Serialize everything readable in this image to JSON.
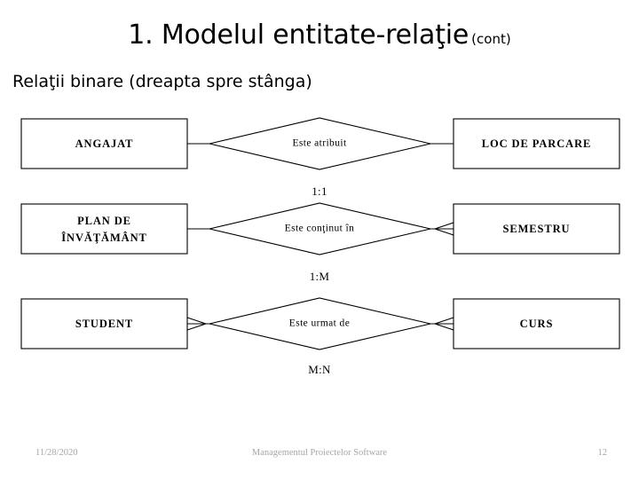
{
  "slide": {
    "title_main": "1. Modelul entitate-relaţie",
    "title_suffix": "(cont)",
    "subtitle": "Relaţii binare (dreapta spre stânga)",
    "background_color": "#ffffff",
    "line_color": "#000000"
  },
  "diagram": {
    "type": "entity-relationship",
    "relationships": [
      {
        "left_entity": "ANGAJAT",
        "relationship": "Este atribuit",
        "right_entity": "LOC DE PARCARE",
        "cardinality": "1:1",
        "left_connector": "single",
        "right_connector": "single"
      },
      {
        "left_entity_line1": "PLAN DE",
        "left_entity_line2": "ÎNVĂŢĂM​ÂNT",
        "relationship": "Este conţinut în",
        "right_entity": "SEMESTRU",
        "cardinality": "1:M",
        "left_connector": "single",
        "right_connector": "crowfoot"
      },
      {
        "left_entity": "STUDENT",
        "relationship": "Este urmat de",
        "right_entity": "CURS",
        "cardinality": "M:N",
        "left_connector": "crowfoot",
        "right_connector": "crowfoot"
      }
    ]
  },
  "footer": {
    "date": "11/28/2020",
    "title": "Managementul Proiectelor Software",
    "page": "12",
    "color": "#a6a6a6"
  }
}
